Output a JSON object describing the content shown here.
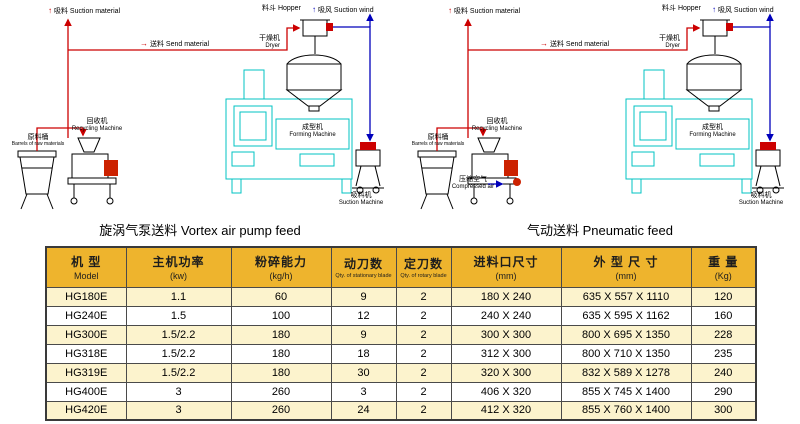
{
  "icons": {
    "up_arrow": "↑",
    "right_arrow": "→"
  },
  "colors": {
    "table_header_bg": "#eeb42d",
    "table_row_alt_bg": "#fcf3cd",
    "machine_cyan": "#00c3c3",
    "flow_red": "#cc0000",
    "flow_blue": "#0000bb"
  },
  "diagrams": {
    "left": {
      "caption": "旋涡气泵送料 Vortex air pump feed",
      "labels": {
        "suction_material": "吸料 Suction material",
        "hopper": "料斗 Hopper",
        "suction_wind": "吸风 Suction wind",
        "send_material": "送料 Send material",
        "dryer_zh": "干燥机",
        "dryer_en": "Dryer",
        "recycler_zh": "回收机",
        "recycler_en": "Recycling Machine",
        "barrel_zh": "原料桶",
        "barrel_en": "Barrels of raw materials",
        "forming_zh": "成型机",
        "forming_en": "Forming Machine",
        "suction_machine_zh": "吸料机",
        "suction_machine_en": "Suction Machine"
      }
    },
    "right": {
      "caption": "气动送料 Pneumatic feed",
      "labels": {
        "suction_material": "吸料 Suction material",
        "hopper": "料斗 Hopper",
        "suction_wind": "吸风 Suction wind",
        "send_material": "送料 Send material",
        "dryer_zh": "干燥机",
        "dryer_en": "Dryer",
        "recycler_zh": "回收机",
        "recycler_en": "Recycling Machine",
        "barrel_zh": "原料桶",
        "barrel_en": "Barrels of raw materials",
        "forming_zh": "成型机",
        "forming_en": "Forming Machine",
        "suction_machine_zh": "吸料机",
        "suction_machine_en": "Suction Machine",
        "compressed_zh": "压缩空气",
        "compressed_en": "Compressed air"
      }
    }
  },
  "table": {
    "headers": [
      {
        "zh": "机 型",
        "sub": "Model"
      },
      {
        "zh": "主机功率",
        "sub": "(kw)"
      },
      {
        "zh": "粉碎能力",
        "sub": "(kg/h)"
      },
      {
        "zh": "动刀数",
        "sub": "Qty. of stationary blade"
      },
      {
        "zh": "定刀数",
        "sub": "Qty. of rotary blade"
      },
      {
        "zh": "进料口尺寸",
        "sub": "(mm)"
      },
      {
        "zh": "外 型 尺 寸",
        "sub": "(mm)"
      },
      {
        "zh": "重 量",
        "sub": "(Kg)"
      }
    ],
    "rows": [
      [
        "HG180E",
        "1.1",
        "60",
        "9",
        "2",
        "180 X 240",
        "635 X 557 X 1110",
        "120"
      ],
      [
        "HG240E",
        "1.5",
        "100",
        "12",
        "2",
        "240 X 240",
        "635 X 595 X 1162",
        "160"
      ],
      [
        "HG300E",
        "1.5/2.2",
        "180",
        "9",
        "2",
        "300 X 300",
        "800 X 695 X 1350",
        "228"
      ],
      [
        "HG318E",
        "1.5/2.2",
        "180",
        "18",
        "2",
        "312 X 300",
        "800 X 710 X 1350",
        "235"
      ],
      [
        "HG319E",
        "1.5/2.2",
        "180",
        "30",
        "2",
        "320 X 300",
        "832 X 589 X 1278",
        "240"
      ],
      [
        "HG400E",
        "3",
        "260",
        "3",
        "2",
        "406 X 320",
        "855 X 745 X 1400",
        "290"
      ],
      [
        "HG420E",
        "3",
        "260",
        "24",
        "2",
        "412 X 320",
        "855 X 760 X 1400",
        "300"
      ]
    ]
  }
}
